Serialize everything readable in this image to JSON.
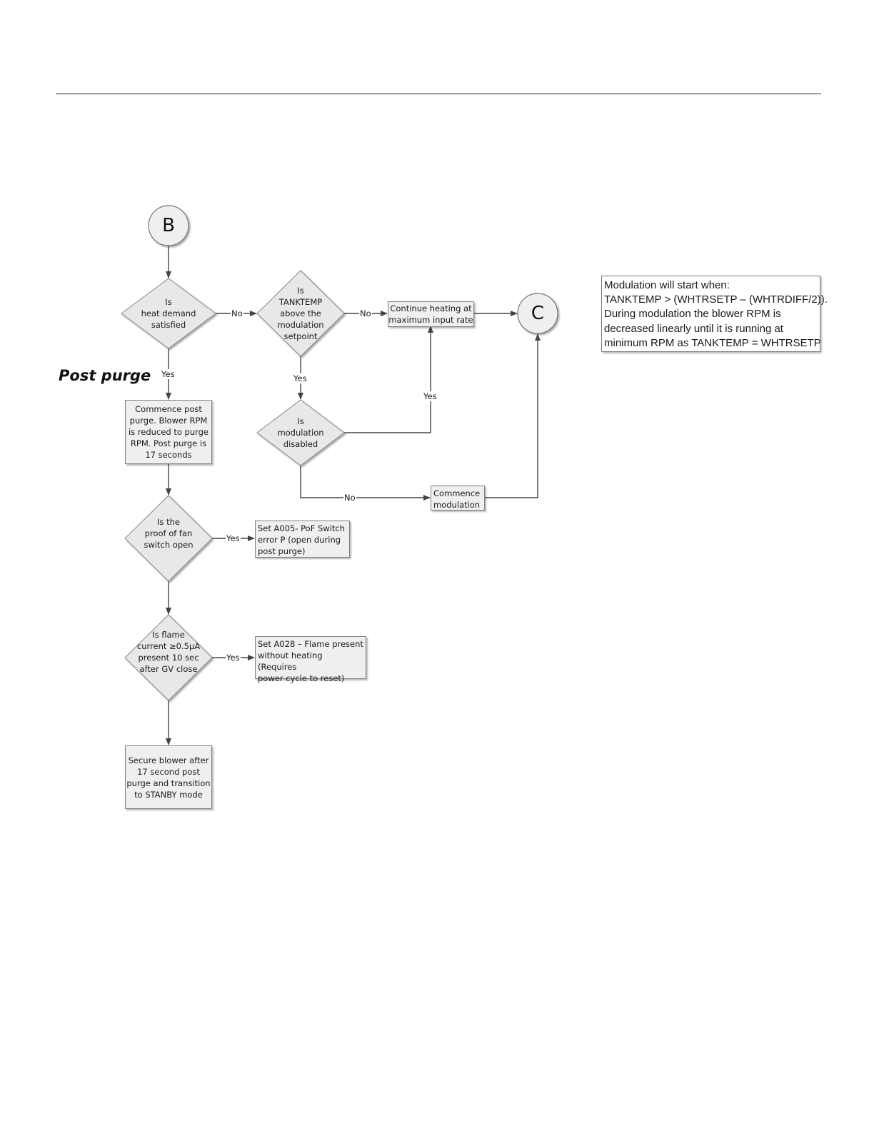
{
  "page": {
    "section_title": "Post purge"
  },
  "connectors": {
    "start": "B",
    "end": "C"
  },
  "decisions": {
    "heat_demand": "Is\nheat demand\nsatisfied",
    "tanktemp": "Is\nTANKTEMP\nabove the\nmodulation\nsetpoint",
    "modulation_disabled": "Is\nmodulation\ndisabled",
    "fan_switch": "Is the\nproof of fan\nswitch open",
    "flame_current": "Is flame\ncurrent ≥0.5µA\npresent 10 sec\nafter GV close"
  },
  "processes": {
    "continue_heating": "Continue heating at\nmaximum input rate",
    "commence_post_purge": "Commence post\npurge. Blower RPM\nis reduced to purge\nRPM. Post purge is\n17 seconds",
    "commence_modulation": "Commence\nmodulation",
    "a005": "Set A005- PoF Switch\nerror P (open during\npost purge)",
    "a028": "Set A028 – Flame present\nwithout heating (Requires\npower cycle to reset)",
    "secure_blower": "Secure blower after\n17 second post\npurge and transition\nto STANBY mode"
  },
  "labels": {
    "heat_demand_no": "No",
    "heat_demand_yes": "Yes",
    "tanktemp_no": "No",
    "tanktemp_yes": "Yes",
    "modulation_yes": "Yes",
    "modulation_no": "No",
    "fan_switch_yes": "Yes",
    "flame_yes": "Yes"
  },
  "note": {
    "lines": [
      "Modulation will start when:",
      "TANKTEMP > (WHTRSETP – (WHTRDIFF/2)).",
      "During modulation the blower RPM is",
      "decreased linearly until it is running at",
      "minimum RPM as TANKTEMP = WHTRSETP"
    ]
  }
}
